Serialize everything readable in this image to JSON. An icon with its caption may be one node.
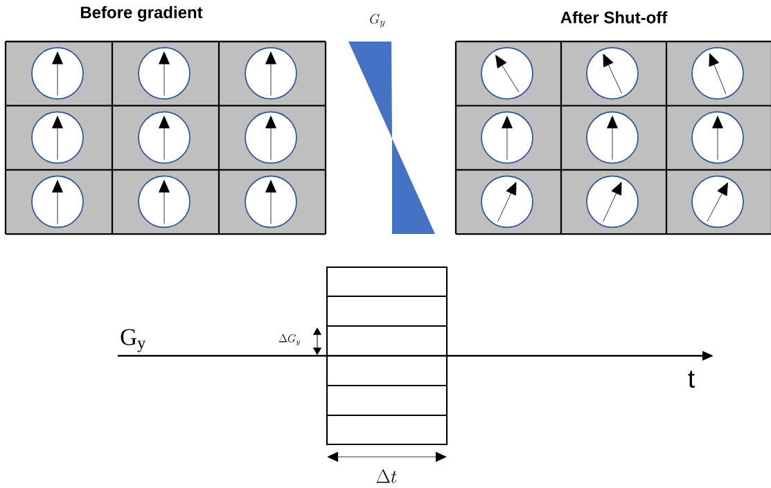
{
  "diagram": {
    "labels": [
      "Before gradient",
      "G_y",
      "After Shut-off",
      "G$_{y}$",
      "\\Delta G_y",
      "t",
      "\\Delta t"
    ]
  }
}
